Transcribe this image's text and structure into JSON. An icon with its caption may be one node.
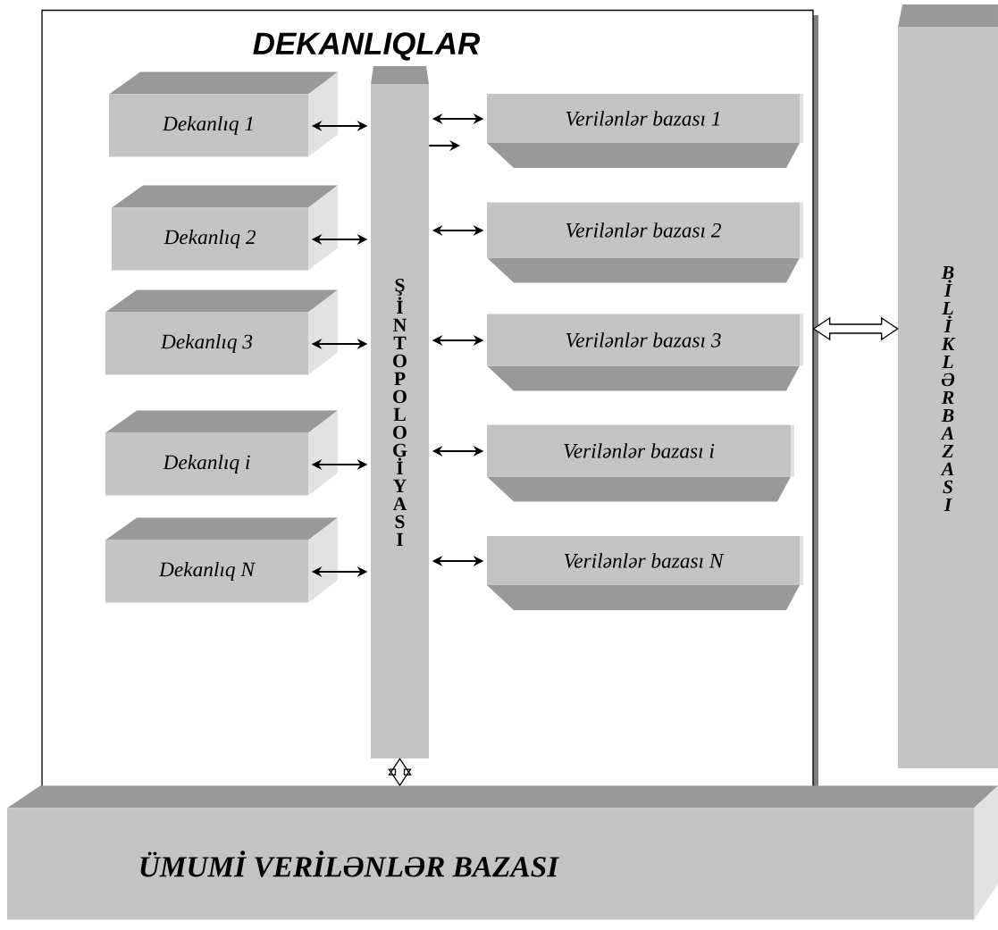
{
  "diagram": {
    "nodes": [
      {
        "text": [
          "DEKANLIQLAR"
        ]
      },
      {
        "text": [
          "Dekanlıq 1"
        ],
        "in": 0
      },
      {
        "text": [
          "Dekanlıq 2"
        ],
        "in": 0
      },
      {
        "text": [
          "Dekanlıq 3"
        ],
        "in": 0
      },
      {
        "text": [
          "Dekanlıq i"
        ],
        "in": 0
      },
      {
        "text": [
          "Dekanlıq N"
        ],
        "in": 0
      },
      {
        "text": [
          "ŞİN TOPOLOGİYASI"
        ],
        "in": 0
      },
      {
        "text": [
          "Verilənlər bazası 1"
        ],
        "in": 0
      },
      {
        "text": [
          "Verilənlər bazası 2"
        ],
        "in": 0
      },
      {
        "text": [
          "Verilənlər bazası 3"
        ],
        "in": 0
      },
      {
        "text": [
          "Verilənlər bazası i"
        ],
        "in": 0
      },
      {
        "text": [
          "Verilənlər bazası N"
        ],
        "in": 0
      },
      {
        "text": [
          "BİLİKLƏR BAZASI"
        ]
      },
      {
        "text": [
          "ÜMUMİ VERİLƏNLƏR BAZASI"
        ]
      }
    ],
    "edges": [
      {
        "from": 1,
        "to": 6,
        "arrow": "both"
      },
      {
        "from": 2,
        "to": 6,
        "arrow": "both"
      },
      {
        "from": 3,
        "to": 6,
        "arrow": "both"
      },
      {
        "from": 4,
        "to": 6,
        "arrow": "both"
      },
      {
        "from": 5,
        "to": 6,
        "arrow": "both"
      },
      {
        "from": 6,
        "to": 7,
        "arrow": "both"
      },
      {
        "from": 6,
        "to": 8,
        "arrow": "both"
      },
      {
        "from": 6,
        "to": 9,
        "arrow": "both"
      },
      {
        "from": 6,
        "to": 10,
        "arrow": "both"
      },
      {
        "from": 6,
        "to": 11,
        "arrow": "both"
      },
      {
        "from": 6,
        "to": null,
        "arrow": "to"
      },
      {
        "from": 0,
        "to": 12,
        "arrow": "both",
        "style": "thick"
      },
      {
        "from": 6,
        "to": 13,
        "arrow": "both",
        "style": "thick"
      }
    ]
  }
}
